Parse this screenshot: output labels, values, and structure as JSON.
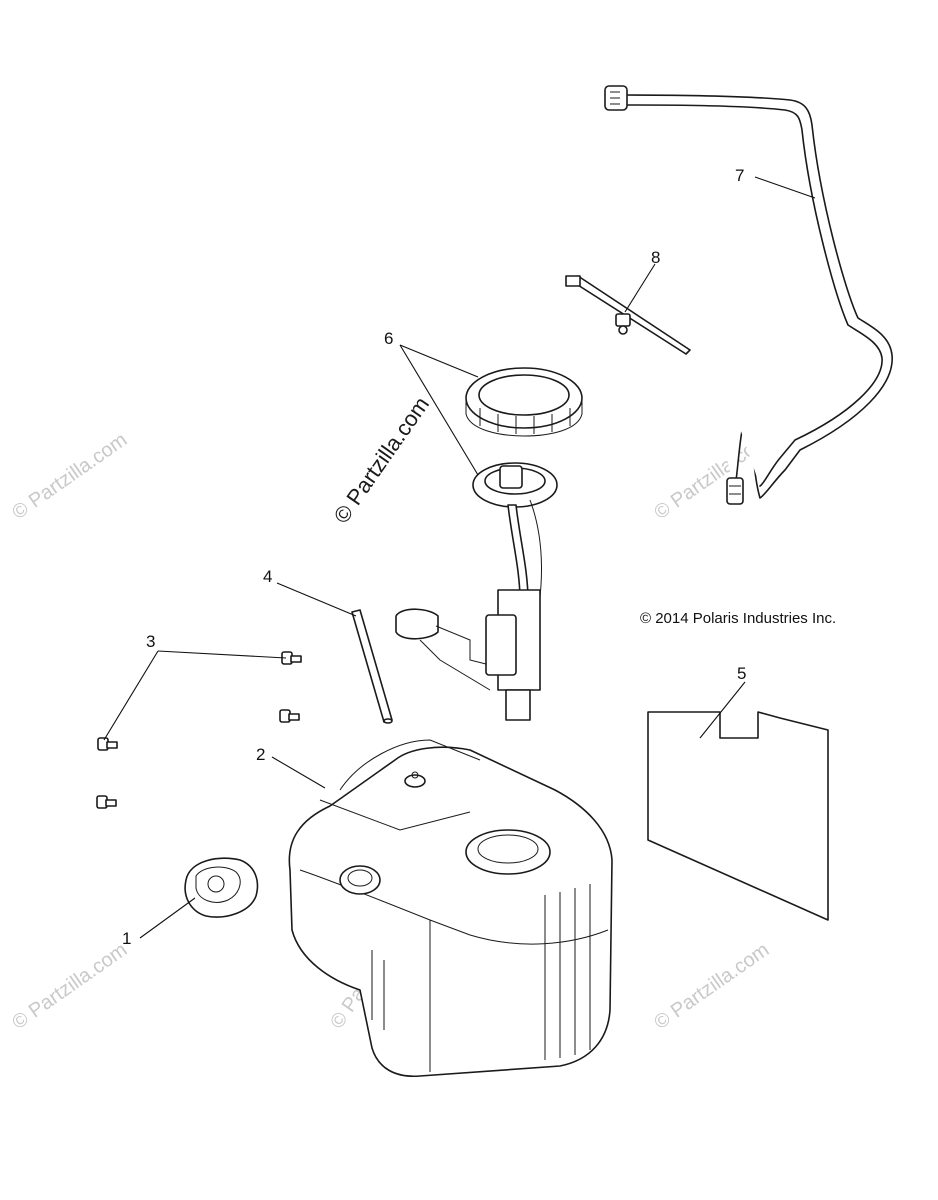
{
  "callouts": [
    "1",
    "2",
    "3",
    "4",
    "5",
    "6",
    "7",
    "8"
  ],
  "copyright": "© 2014 Polaris Industries Inc.",
  "watermark": "© Partzilla.com"
}
